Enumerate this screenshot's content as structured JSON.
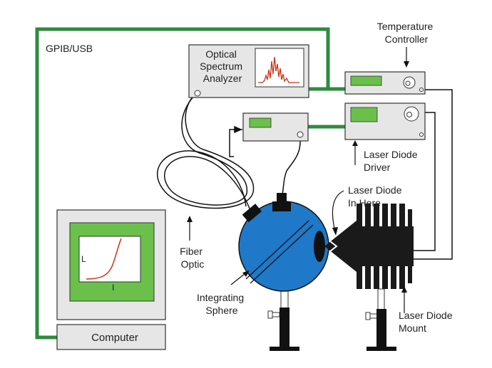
{
  "labels": {
    "gpib": "GPIB/USB",
    "temperature_controller": [
      "Temperature",
      "Controller"
    ],
    "osa": [
      "Optical",
      "Spectrum",
      "Analyzer"
    ],
    "laser_diode_driver": [
      "Laser Diode",
      "Driver"
    ],
    "laser_diode_in_here": [
      "Laser Diode",
      "In Here"
    ],
    "fiber_optic": [
      "Fiber",
      "Optic"
    ],
    "integrating_sphere": [
      "Integrating",
      "Sphere"
    ],
    "laser_diode_mount": [
      "Laser Diode",
      "Mount"
    ],
    "computer": "Computer",
    "plot_axis_l": "L",
    "plot_axis_i": "I"
  },
  "colors": {
    "cable_green": "#2e8b3e",
    "screen_green": "#6ac04a",
    "sphere_blue": "#1f78c8",
    "spectrum_red": "#d03010",
    "instrument_gray": "#e6e6e6",
    "heatsink_black": "#1a1a1a"
  }
}
